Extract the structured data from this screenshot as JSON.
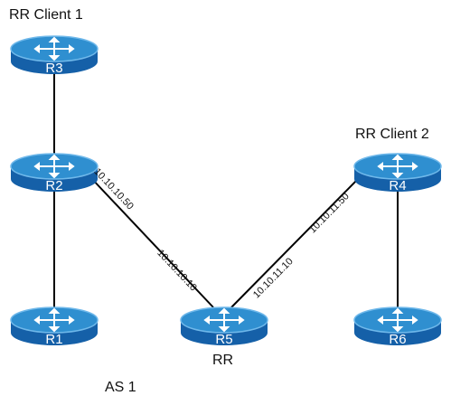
{
  "routers": [
    {
      "id": "R3",
      "label": "R3"
    },
    {
      "id": "R2",
      "label": "R2"
    },
    {
      "id": "R1",
      "label": "R1"
    },
    {
      "id": "R5",
      "label": "R5"
    },
    {
      "id": "R4",
      "label": "R4"
    },
    {
      "id": "R6",
      "label": "R6"
    }
  ],
  "captions": {
    "rr_client_1": "RR Client 1",
    "rr_client_2": "RR Client 2",
    "rr": "RR",
    "as": "AS 1"
  },
  "links": [
    {
      "from": "R3",
      "to": "R2"
    },
    {
      "from": "R2",
      "to": "R1"
    },
    {
      "from": "R2",
      "to": "R5",
      "ip_near_from": "10.10.10.50",
      "ip_near_to": "10.10.10.10"
    },
    {
      "from": "R5",
      "to": "R4",
      "ip_near_from": "10.10.11.10",
      "ip_near_to": "10.10.11.50"
    },
    {
      "from": "R4",
      "to": "R6"
    }
  ],
  "colors": {
    "router_top": "#2f8fd0",
    "router_side": "#1560a8",
    "router_rim": "#6fb8ea",
    "router_label": "#ffffff",
    "link": "#000000"
  }
}
